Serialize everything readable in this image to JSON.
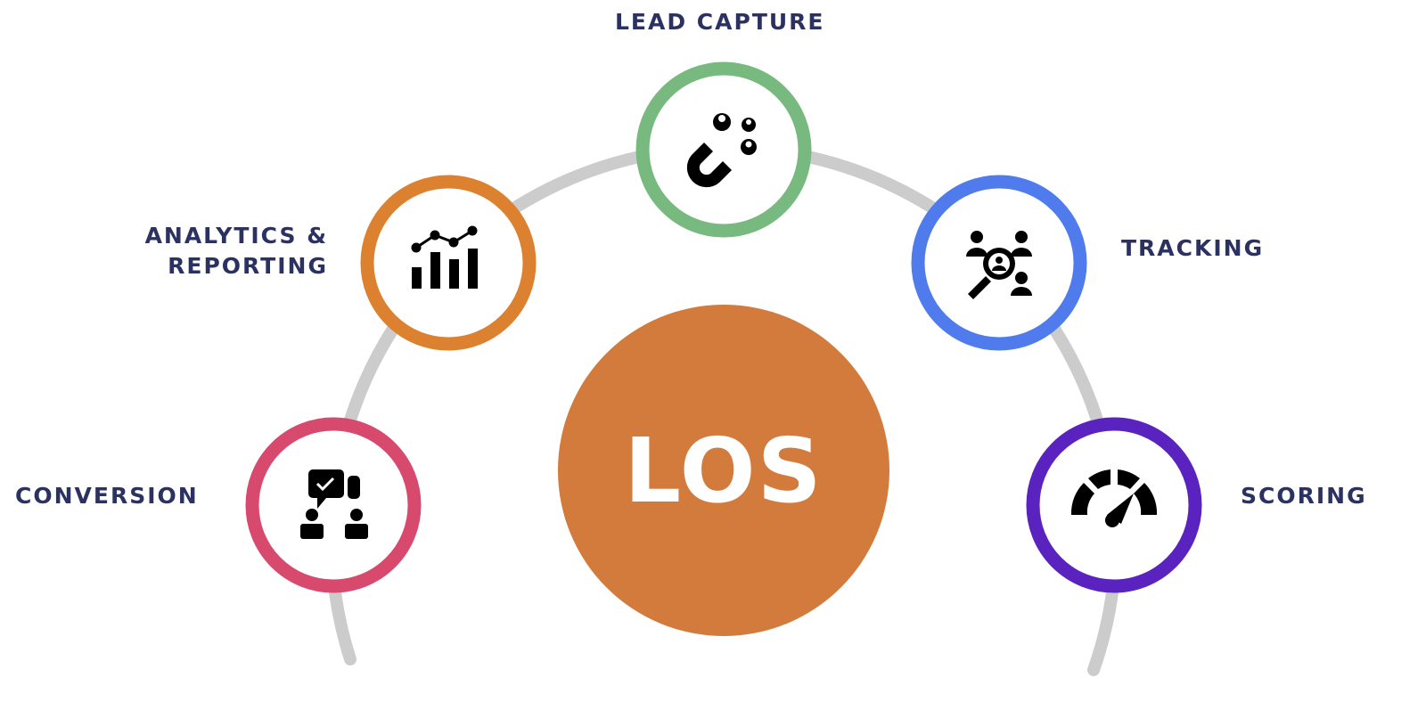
{
  "center": {
    "label": "LOS",
    "color": "#d27b3d"
  },
  "nodes": [
    {
      "id": "lead-capture",
      "label": "LEAD CAPTURE",
      "color": "#77b97e",
      "icon": "magnet-users-icon"
    },
    {
      "id": "analytics",
      "label_line1": "ANALYTICS &",
      "label_line2": "REPORTING",
      "color": "#dc8130",
      "icon": "bar-line-chart-icon"
    },
    {
      "id": "tracking",
      "label": "TRACKING",
      "color": "#4f7bec",
      "icon": "search-users-icon"
    },
    {
      "id": "conversion",
      "label": "CONVERSION",
      "color": "#d74a6e",
      "icon": "chat-people-icon"
    },
    {
      "id": "scoring",
      "label": "SCORING",
      "color": "#5a22be",
      "icon": "speedometer-icon"
    }
  ],
  "text_color": "#2b3160",
  "arc_color": "#cccccc"
}
